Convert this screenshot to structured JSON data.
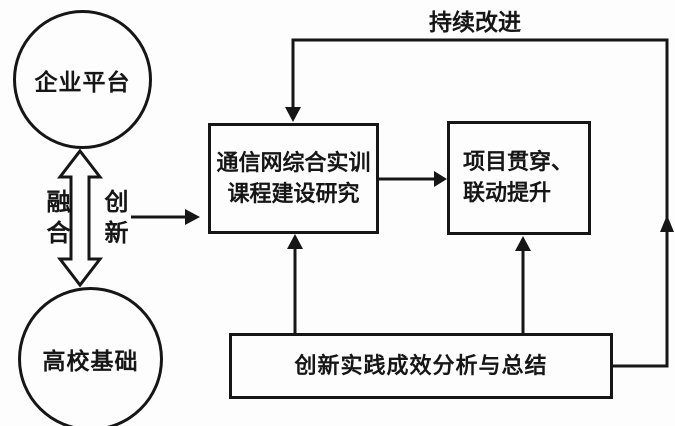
{
  "diagram": {
    "loop_label": "持续改进",
    "nodes": {
      "top_circle": "企业平台",
      "bottom_circle": "高校基础",
      "box1_line1": "通信网综合实训",
      "box1_line2": "课程建设研究",
      "box2_line1": "项目贯穿、",
      "box2_line2": "联动提升",
      "bottom_box": "创新实践成效分析与总结"
    },
    "edge_labels": {
      "left": "融合",
      "right": "创新"
    },
    "colors": {
      "line": "#161616",
      "background": "#fdfdfd"
    }
  }
}
